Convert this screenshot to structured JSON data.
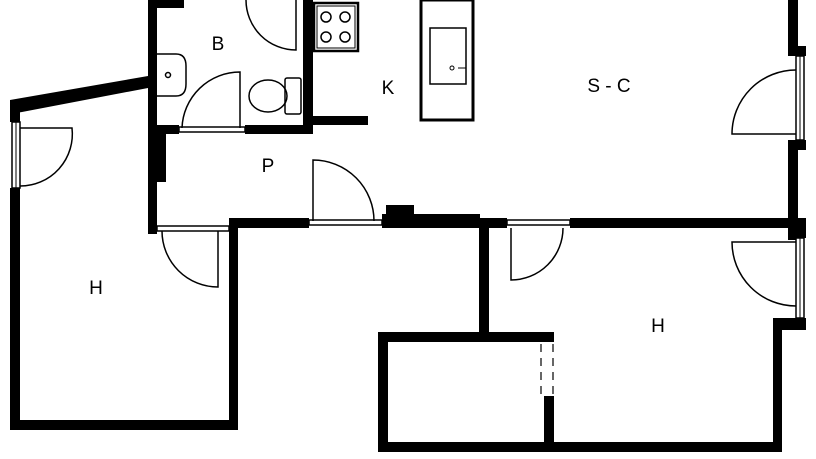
{
  "rooms": [
    {
      "id": "bathroom",
      "label": "B"
    },
    {
      "id": "kitchen",
      "label": "K"
    },
    {
      "id": "living",
      "label": "S - C"
    },
    {
      "id": "hall",
      "label": "P"
    },
    {
      "id": "bedroom-left",
      "label": "H"
    },
    {
      "id": "bedroom-right",
      "label": "H"
    }
  ],
  "colors": {
    "wall": "#000000",
    "background": "#ffffff"
  }
}
